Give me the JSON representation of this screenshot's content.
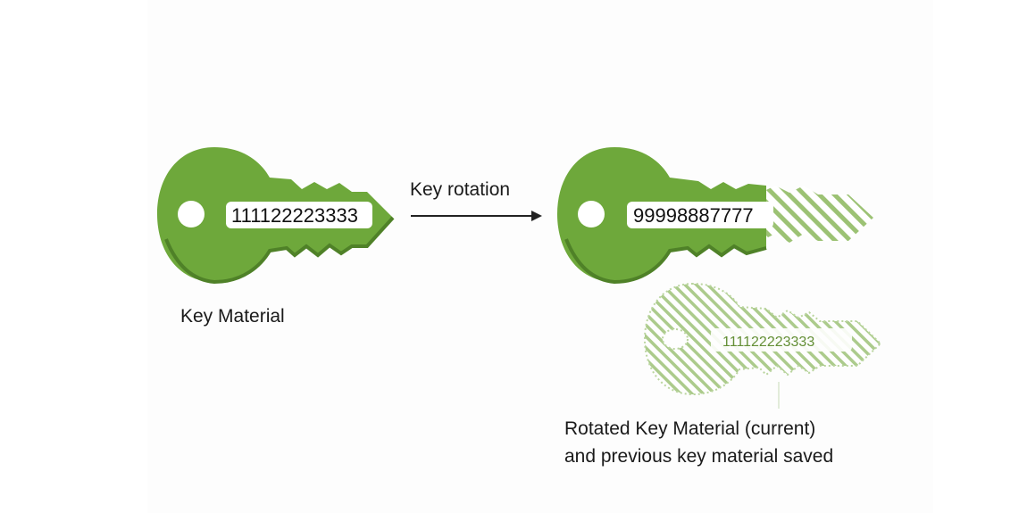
{
  "diagram": {
    "original_key": {
      "number": "111122223333",
      "caption": "Key Material"
    },
    "rotation": {
      "label": "Key rotation"
    },
    "rotated_key": {
      "number": "99998887777"
    },
    "previous_key": {
      "number": "111122223333"
    },
    "rotated_caption": {
      "line1": "Rotated Key Material (current)",
      "line2": "and previous key material saved"
    },
    "colors": {
      "key_green": "#6ea83b",
      "key_dark": "#4f8128",
      "ghost_green": "#9cc274",
      "arrow": "#222222"
    }
  }
}
